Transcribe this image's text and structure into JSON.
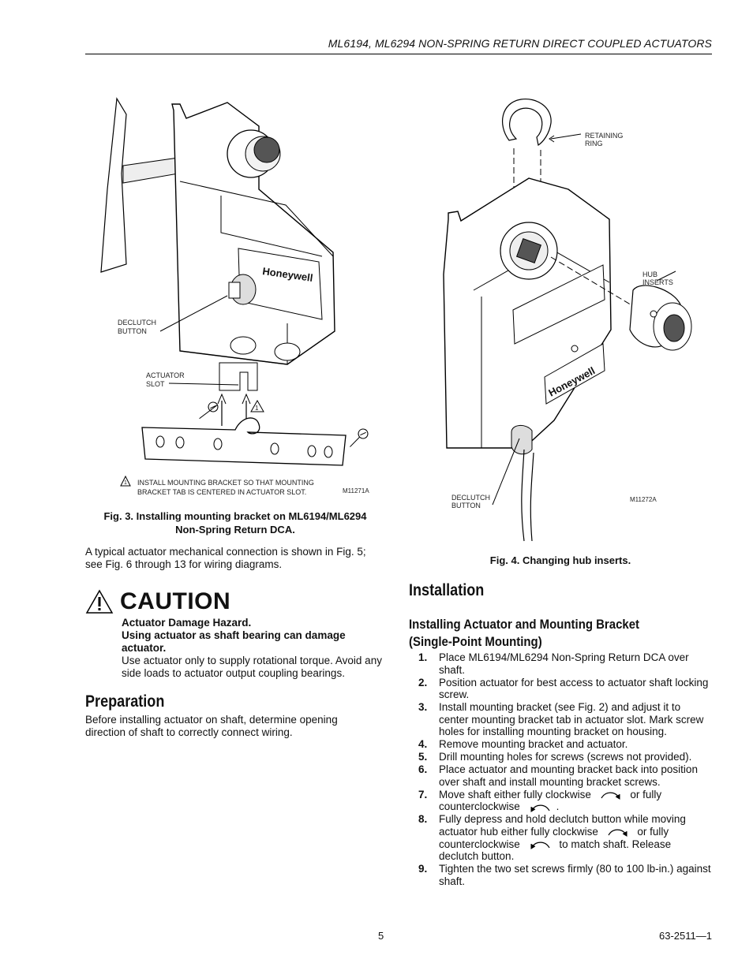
{
  "header": {
    "title": "ML6194, ML6294 NON-SPRING RETURN DIRECT COUPLED ACTUATORS"
  },
  "fig3": {
    "labels": {
      "declutch_line1": "DECLUTCH",
      "declutch_line2": "BUTTON",
      "slot_line1": "ACTUATOR",
      "slot_line2": "SLOT",
      "note_line1": "INSTALL MOUNTING BRACKET SO THAT MOUNTING",
      "note_line2": "BRACKET TAB IS CENTERED IN ACTUATOR SLOT.",
      "note_marker": "1",
      "code": "M11271A",
      "brand": "Honeywell"
    },
    "caption_line1": "Fig. 3. Installing mounting bracket on ML6194/ML6294",
    "caption_line2": "Non-Spring Return DCA."
  },
  "fig4": {
    "labels": {
      "ring_line1": "RETAINING",
      "ring_line2": "RING",
      "hub_line1": "HUB",
      "hub_line2": "INSERTS",
      "declutch_line1": "DECLUTCH",
      "declutch_line2": "BUTTON",
      "code": "M11272A",
      "brand": "Honeywell"
    },
    "caption": "Fig. 4. Changing hub inserts."
  },
  "intro": {
    "line1": "A typical actuator mechanical connection is shown in Fig. 5;",
    "line2": "see Fig. 6 through 13 for wiring diagrams."
  },
  "caution": {
    "title": "CAUTION",
    "hazard": "Actuator Damage Hazard.",
    "warning": "Using actuator as shaft bearing can damage actuator.",
    "instruction": "Use actuator only to supply rotational torque. Avoid any side loads to actuator output coupling bearings."
  },
  "preparation": {
    "heading": "Preparation",
    "text": "Before installing actuator on shaft, determine opening direction of shaft to correctly connect wiring."
  },
  "installation": {
    "heading": "Installation",
    "subheading": "Installing Actuator and Mounting Bracket (Single-Point Mounting)",
    "steps": [
      {
        "num": "1.",
        "text": "Place ML6194/ML6294 Non-Spring Return DCA over shaft."
      },
      {
        "num": "2.",
        "text": "Position actuator for best access to actuator shaft locking screw."
      },
      {
        "num": "3.",
        "text": "Install mounting bracket (see Fig. 2) and adjust it to center mounting bracket tab in actuator slot. Mark screw holes for installing mounting bracket on housing."
      },
      {
        "num": "4.",
        "text": "Remove mounting bracket and actuator."
      },
      {
        "num": "5.",
        "text": "Drill mounting holes for screws (screws not provided)."
      },
      {
        "num": "6.",
        "text": "Place actuator and mounting bracket back into position over shaft and install mounting bracket screws."
      },
      {
        "num": "7.",
        "a": "Move shaft either fully clockwise",
        "b": "or fully counterclockwise",
        "c": "."
      },
      {
        "num": "8.",
        "a": "Fully depress and hold declutch button while moving actuator hub either fully clockwise",
        "b": "or fully counterclockwise",
        "c": "to match shaft. Release declutch button."
      },
      {
        "num": "9.",
        "text": "Tighten the two set screws firmly (80 to 100 lb-in.) against shaft."
      }
    ]
  },
  "footer": {
    "page": "5",
    "doc": "63-2511—1"
  }
}
